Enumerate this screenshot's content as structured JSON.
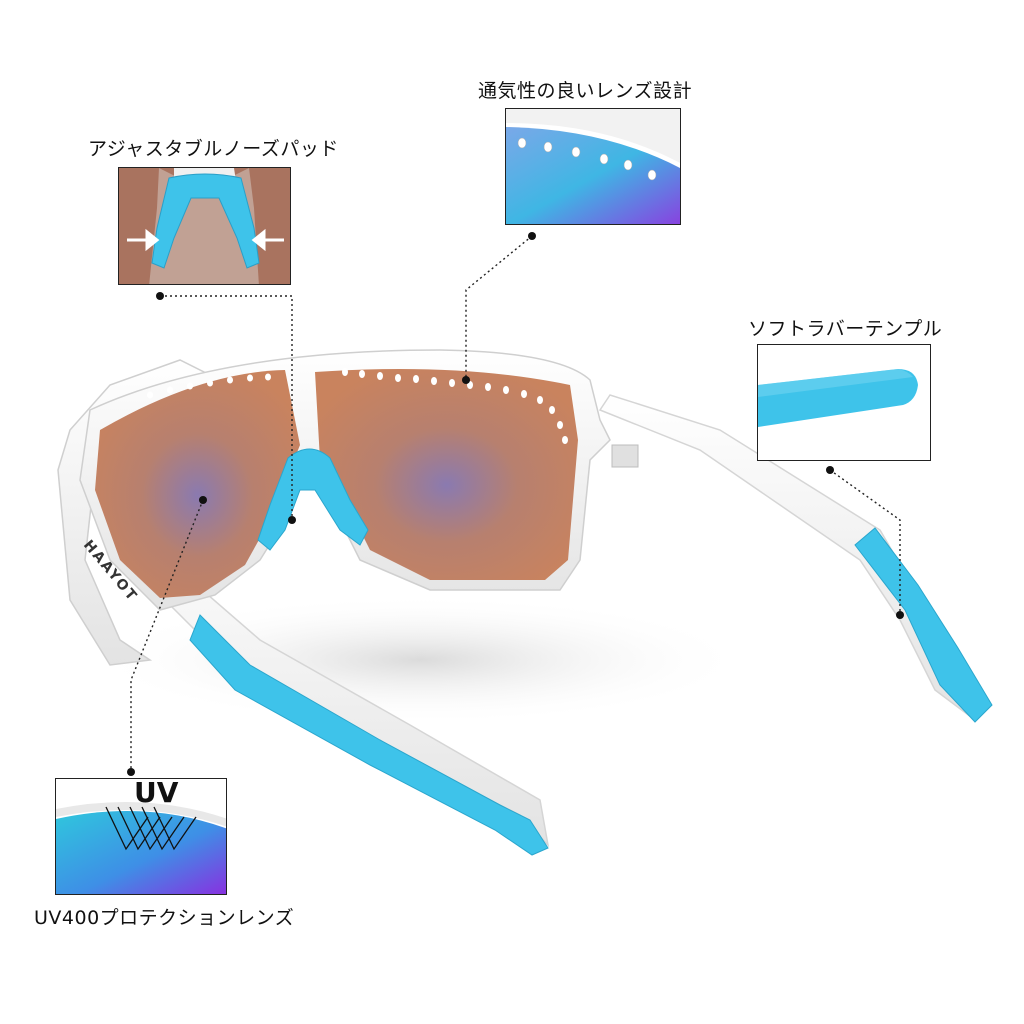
{
  "callouts": {
    "nose_pad": "アジャスタブルノーズパッド",
    "ventilation": "通気性の良いレンズ設計",
    "temple": "ソフトラバーテンプル",
    "uv_lens": "UV400プロテクションレンズ"
  },
  "uv_badge": "UV",
  "brand_on_frame": "HAAYOT",
  "colors": {
    "frame": "#f2f2f2",
    "temple_tip": "#3ec3ea",
    "lens_warm": "#c98466",
    "lens_cool": "#3aa7e6",
    "lens_violet": "#7a3ee0"
  }
}
